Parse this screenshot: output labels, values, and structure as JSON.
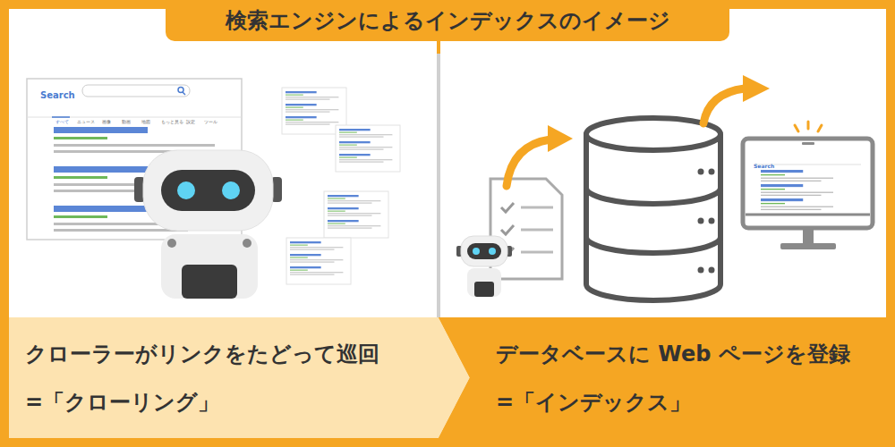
{
  "diagram": {
    "title": "検索エンジンによるインデックスのイメージ",
    "nodes": [
      {
        "text": [
          "クローラーがリンクをたどって巡回",
          "=「クローリング」"
        ]
      },
      {
        "text": [
          "データベースに Web ページを登録",
          "=「インデックス」"
        ]
      }
    ],
    "labels": [
      "Search",
      "すべて",
      "ニュース",
      "画像",
      "動画",
      "地図",
      "もっと見る",
      "設定",
      "ツール",
      "Search"
    ]
  }
}
